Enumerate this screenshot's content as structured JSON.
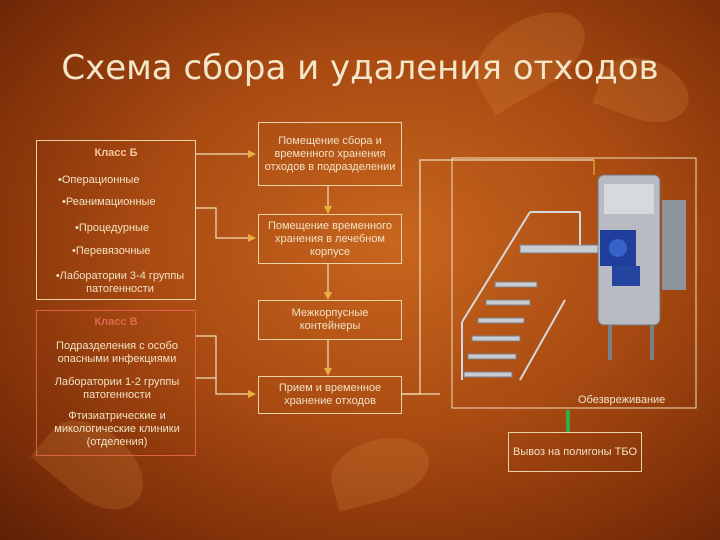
{
  "title": "Схема сбора и удаления отходов",
  "left": {
    "class_b": "Класс Б",
    "b_items": [
      "•Операционные",
      "•Реанимационные",
      "•Процедурные",
      "•Перевязочные",
      "•Лаборатории 3-4 группы патогенности"
    ],
    "class_v": "Класс В",
    "v_items": [
      "Подразделения с особо опасными инфекциями",
      "Лаборатории 1-2 группы патогенности",
      "Фтизиатрические и микологические клиники (отделения)"
    ]
  },
  "flow": [
    "Помещение сбора и временного хранения отходов в подразделении",
    "Помещение временного хранения в лечебном корпусе",
    "Межкорпусные контейнеры",
    "Прием и временное хранение отходов"
  ],
  "right": {
    "disinfection": "Обезвреживание",
    "disposal": "Вывоз на полигоны ТБО"
  },
  "colors": {
    "line": "#f0e0b8",
    "arrow_head": "#e8b040",
    "green": "#3aa845"
  }
}
